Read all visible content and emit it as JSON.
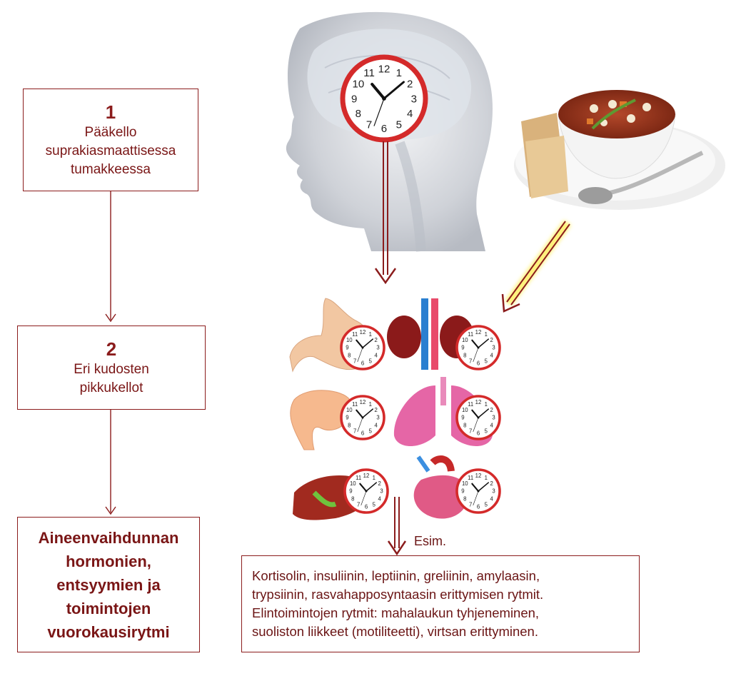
{
  "boxes": {
    "master": {
      "number": "1",
      "lines": [
        "Pääkello",
        "suprakiasmaattisessa",
        "tumakkeessa"
      ]
    },
    "peripheral": {
      "number": "2",
      "lines": [
        "Eri kudosten",
        "pikkukellot"
      ]
    },
    "outcome": {
      "lines": [
        "Aineenvaihdunnan",
        "hormonien,",
        "entsyymien ja",
        "toimintojen",
        "vuorokausirytmi"
      ]
    },
    "example": {
      "label": "Esim.",
      "lines": [
        "Kortisolin, insuliinin, leptiinin, greliinin, amylaasin,",
        "trypsiinin, rasvahapposyntaasin erittymisen rytmit.",
        "Elintoimintojen rytmit: mahalaukun tyhjeneminen,",
        "suoliston liikkeet (motiliteetti), virtsan erittyminen."
      ]
    }
  },
  "clock_numbers": [
    "12",
    "1",
    "2",
    "3",
    "4",
    "5",
    "6",
    "7",
    "8",
    "9",
    "10",
    "11"
  ],
  "illustrations": [
    "head-with-brain",
    "soup-bowl",
    "stomach",
    "kidneys",
    "intestine",
    "lungs",
    "liver",
    "heart"
  ],
  "colors": {
    "accent": "#8b1c1c",
    "arrow": "#8b1c1c",
    "glow": "#fff176",
    "clock_rim": "#d42a2a"
  }
}
